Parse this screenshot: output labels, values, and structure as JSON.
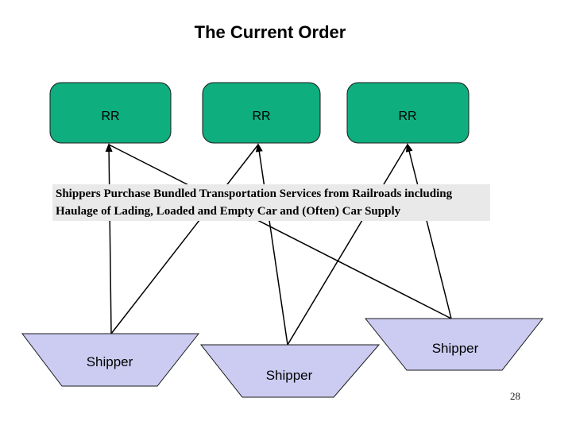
{
  "slide": {
    "title": "The Current Order",
    "page_number": "28",
    "banner": {
      "line1": "Shippers Purchase Bundled Transportation Services from Railroads including",
      "line2": "Haulage of Lading, Loaded and Empty Car and (Often) Car Supply"
    },
    "nodes": {
      "railroads": [
        {
          "id": "rr1",
          "label": "RR"
        },
        {
          "id": "rr2",
          "label": "RR"
        },
        {
          "id": "rr3",
          "label": "RR"
        }
      ],
      "shippers": [
        {
          "id": "shipper1",
          "label": "Shipper"
        },
        {
          "id": "shipper2",
          "label": "Shipper"
        },
        {
          "id": "shipper3",
          "label": "Shipper"
        }
      ]
    },
    "edges": [
      {
        "from": "shipper1",
        "to": "rr1"
      },
      {
        "from": "shipper1",
        "to": "rr2"
      },
      {
        "from": "shipper2",
        "to": "rr2"
      },
      {
        "from": "shipper2",
        "to": "rr3"
      },
      {
        "from": "shipper3",
        "to": "rr3"
      },
      {
        "from": "shipper3",
        "to": "rr1"
      }
    ],
    "colors": {
      "railroad_fill": "#0FAE7E",
      "shipper_fill": "#CCCCF2",
      "banner_bg": "#E9E9E9",
      "line": "#000000",
      "text": "#000000"
    }
  }
}
